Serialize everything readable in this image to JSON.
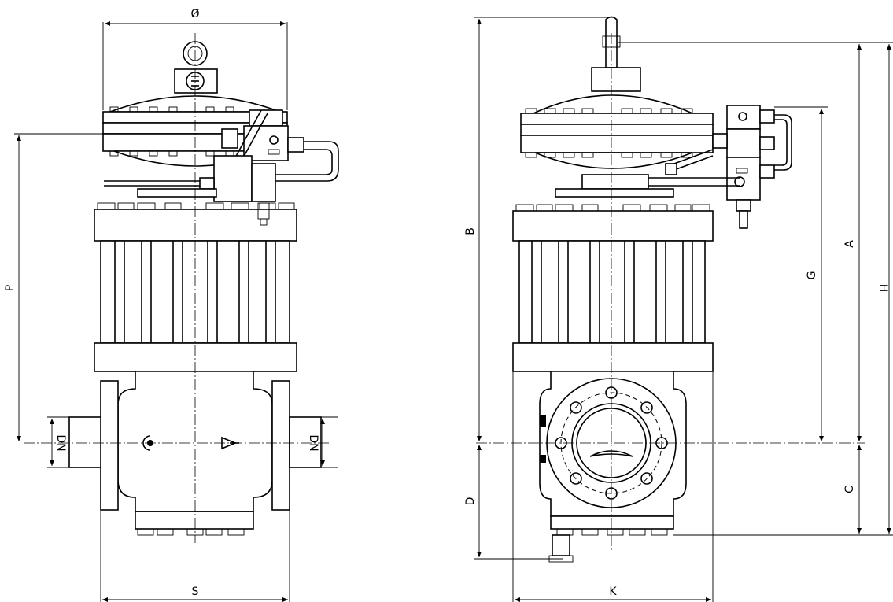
{
  "dimensions": {
    "diameter": "Ø",
    "inlet": "DN",
    "outlet": "DN",
    "P": "P",
    "S": "S",
    "B": "B",
    "D": "D",
    "K": "K",
    "G": "G",
    "A": "A",
    "C": "C",
    "H": "H"
  }
}
